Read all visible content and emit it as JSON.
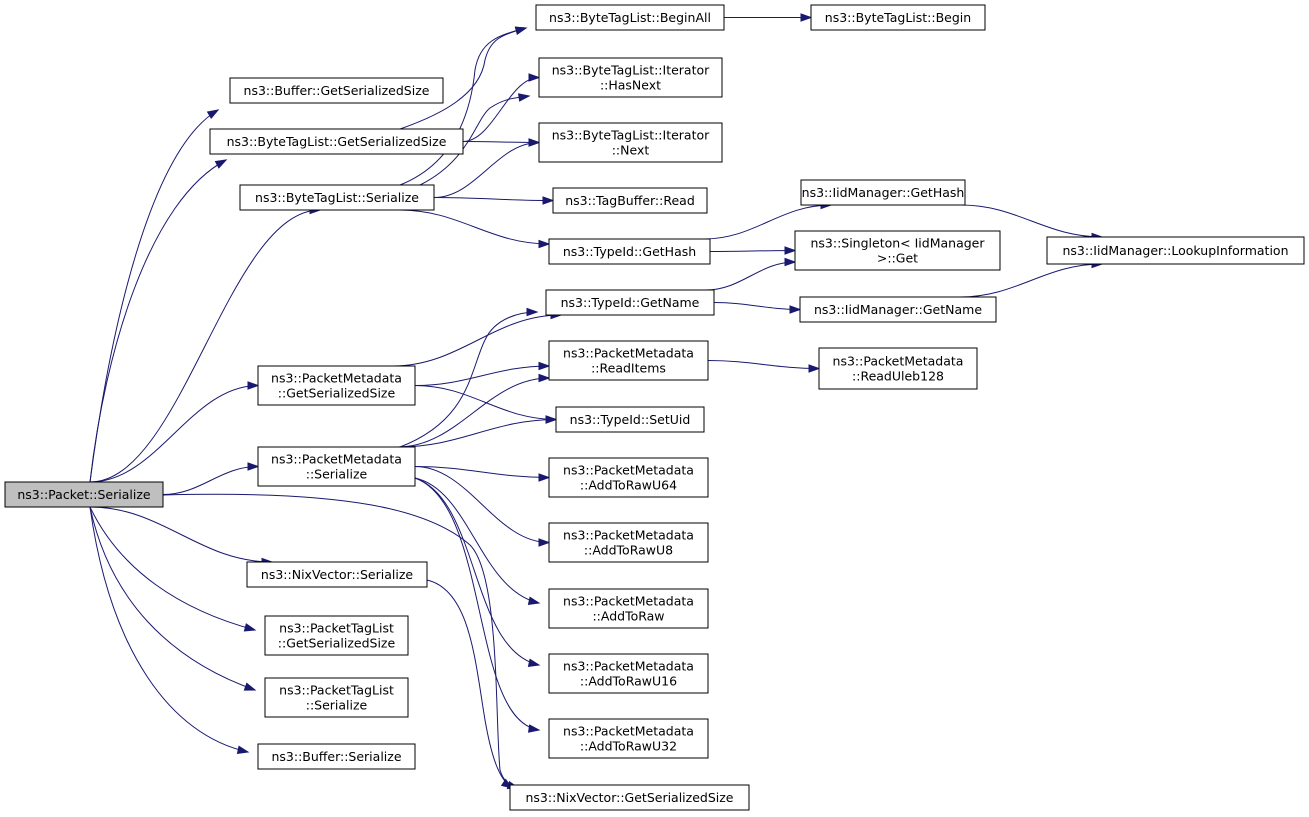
{
  "colors": {
    "edge": "#191970",
    "root_fill": "#bfbfbf",
    "node_fill": "#ffffff",
    "node_stroke": "#000000"
  },
  "nodes": {
    "packet_serialize": {
      "lines": [
        "ns3::Packet::Serialize"
      ]
    },
    "buffer_getserializedsize": {
      "lines": [
        "ns3::Buffer::GetSerializedSize"
      ]
    },
    "bytetaglist_getserializedsize": {
      "lines": [
        "ns3::ByteTagList::GetSerializedSize"
      ]
    },
    "bytetaglist_serialize": {
      "lines": [
        "ns3::ByteTagList::Serialize"
      ]
    },
    "packetmetadata_getserializedsize": {
      "lines": [
        "ns3::PacketMetadata",
        "::GetSerializedSize"
      ]
    },
    "packetmetadata_serialize": {
      "lines": [
        "ns3::PacketMetadata",
        "::Serialize"
      ]
    },
    "nixvector_serialize": {
      "lines": [
        "ns3::NixVector::Serialize"
      ]
    },
    "packettaglist_getserializedsize": {
      "lines": [
        "ns3::PacketTagList",
        "::GetSerializedSize"
      ]
    },
    "packettaglist_serialize": {
      "lines": [
        "ns3::PacketTagList",
        "::Serialize"
      ]
    },
    "buffer_serialize": {
      "lines": [
        "ns3::Buffer::Serialize"
      ]
    },
    "bytetaglist_beginall": {
      "lines": [
        "ns3::ByteTagList::BeginAll"
      ]
    },
    "bytetaglist_iterator_hasnext": {
      "lines": [
        "ns3::ByteTagList::Iterator",
        "::HasNext"
      ]
    },
    "bytetaglist_iterator_next": {
      "lines": [
        "ns3::ByteTagList::Iterator",
        "::Next"
      ]
    },
    "tagbuffer_read": {
      "lines": [
        "ns3::TagBuffer::Read"
      ]
    },
    "typeid_gethash": {
      "lines": [
        "ns3::TypeId::GetHash"
      ]
    },
    "typeid_getname": {
      "lines": [
        "ns3::TypeId::GetName"
      ]
    },
    "packetmetadata_readitems": {
      "lines": [
        "ns3::PacketMetadata",
        "::ReadItems"
      ]
    },
    "typeid_setuid": {
      "lines": [
        "ns3::TypeId::SetUid"
      ]
    },
    "packetmetadata_addtorawu64": {
      "lines": [
        "ns3::PacketMetadata",
        "::AddToRawU64"
      ]
    },
    "packetmetadata_addtorawu8": {
      "lines": [
        "ns3::PacketMetadata",
        "::AddToRawU8"
      ]
    },
    "packetmetadata_addtoraw": {
      "lines": [
        "ns3::PacketMetadata",
        "::AddToRaw"
      ]
    },
    "packetmetadata_addtorawu16": {
      "lines": [
        "ns3::PacketMetadata",
        "::AddToRawU16"
      ]
    },
    "packetmetadata_addtorawu32": {
      "lines": [
        "ns3::PacketMetadata",
        "::AddToRawU32"
      ]
    },
    "nixvector_getserializedsize": {
      "lines": [
        "ns3::NixVector::GetSerializedSize"
      ]
    },
    "bytetaglist_begin": {
      "lines": [
        "ns3::ByteTagList::Begin"
      ]
    },
    "iidmanager_gethash": {
      "lines": [
        "ns3::IidManager::GetHash"
      ]
    },
    "singleton_iidmanager_get": {
      "lines": [
        "ns3::Singleton< IidManager",
        ">::Get"
      ]
    },
    "iidmanager_getname": {
      "lines": [
        "ns3::IidManager::GetName"
      ]
    },
    "packetmetadata_readuleb128": {
      "lines": [
        "ns3::PacketMetadata",
        "::ReadUleb128"
      ]
    },
    "iidmanager_lookupinformation": {
      "lines": [
        "ns3::IidManager::LookupInformation"
      ]
    }
  },
  "edges": [
    [
      "packet_serialize",
      "buffer_getserializedsize"
    ],
    [
      "packet_serialize",
      "bytetaglist_getserializedsize"
    ],
    [
      "packet_serialize",
      "bytetaglist_serialize"
    ],
    [
      "packet_serialize",
      "packetmetadata_getserializedsize"
    ],
    [
      "packet_serialize",
      "packetmetadata_serialize"
    ],
    [
      "packet_serialize",
      "nixvector_serialize"
    ],
    [
      "packet_serialize",
      "packettaglist_getserializedsize"
    ],
    [
      "packet_serialize",
      "packettaglist_serialize"
    ],
    [
      "packet_serialize",
      "buffer_serialize"
    ],
    [
      "packet_serialize",
      "nixvector_getserializedsize"
    ],
    [
      "bytetaglist_getserializedsize",
      "bytetaglist_beginall"
    ],
    [
      "bytetaglist_getserializedsize",
      "bytetaglist_iterator_hasnext"
    ],
    [
      "bytetaglist_getserializedsize",
      "bytetaglist_iterator_next"
    ],
    [
      "bytetaglist_serialize",
      "bytetaglist_beginall"
    ],
    [
      "bytetaglist_serialize",
      "bytetaglist_iterator_hasnext"
    ],
    [
      "bytetaglist_serialize",
      "bytetaglist_iterator_next"
    ],
    [
      "bytetaglist_serialize",
      "tagbuffer_read"
    ],
    [
      "bytetaglist_serialize",
      "typeid_gethash"
    ],
    [
      "bytetaglist_beginall",
      "bytetaglist_begin"
    ],
    [
      "typeid_gethash",
      "iidmanager_gethash"
    ],
    [
      "typeid_gethash",
      "singleton_iidmanager_get"
    ],
    [
      "iidmanager_gethash",
      "iidmanager_lookupinformation"
    ],
    [
      "typeid_getname",
      "singleton_iidmanager_get"
    ],
    [
      "typeid_getname",
      "iidmanager_getname"
    ],
    [
      "iidmanager_getname",
      "iidmanager_lookupinformation"
    ],
    [
      "packetmetadata_getserializedsize",
      "typeid_getname"
    ],
    [
      "packetmetadata_getserializedsize",
      "packetmetadata_readitems"
    ],
    [
      "packetmetadata_getserializedsize",
      "typeid_setuid"
    ],
    [
      "packetmetadata_serialize",
      "typeid_getname"
    ],
    [
      "packetmetadata_serialize",
      "packetmetadata_readitems"
    ],
    [
      "packetmetadata_serialize",
      "typeid_setuid"
    ],
    [
      "packetmetadata_serialize",
      "packetmetadata_addtorawu64"
    ],
    [
      "packetmetadata_serialize",
      "packetmetadata_addtorawu8"
    ],
    [
      "packetmetadata_serialize",
      "packetmetadata_addtoraw"
    ],
    [
      "packetmetadata_serialize",
      "packetmetadata_addtorawu16"
    ],
    [
      "packetmetadata_serialize",
      "packetmetadata_addtorawu32"
    ],
    [
      "packetmetadata_readitems",
      "packetmetadata_readuleb128"
    ],
    [
      "nixvector_serialize",
      "nixvector_getserializedsize"
    ]
  ]
}
